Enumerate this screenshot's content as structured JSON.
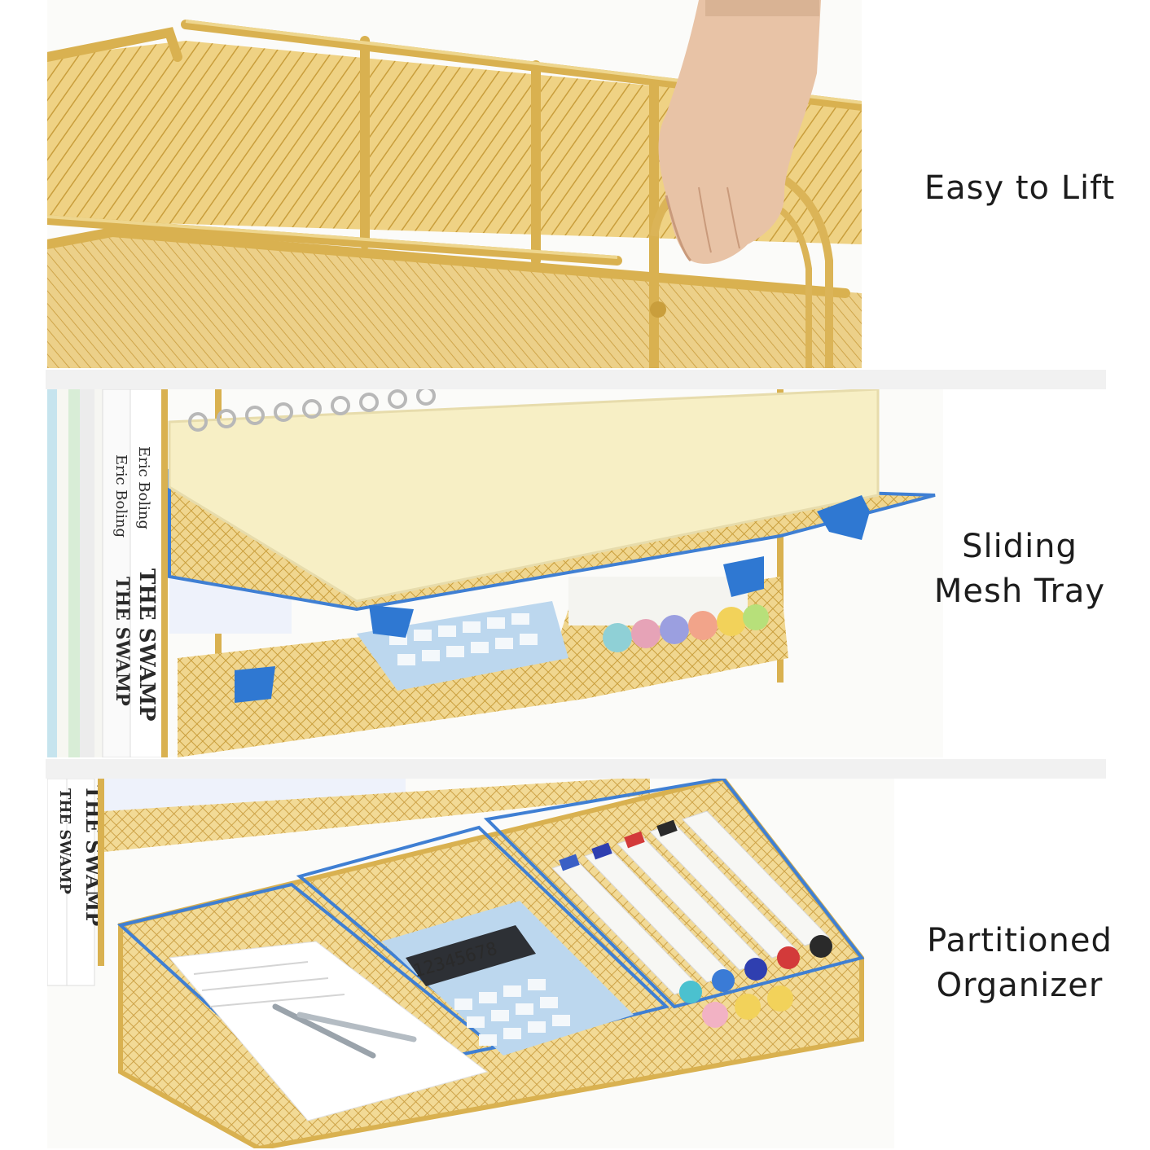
{
  "features": [
    {
      "lines": [
        "Easy to Lift"
      ]
    },
    {
      "lines": [
        "Sliding",
        "Mesh Tray"
      ]
    },
    {
      "lines": [
        "Partitioned",
        "Organizer"
      ]
    }
  ],
  "book": {
    "author": "Eric Boling",
    "title": "THE SWAMP"
  },
  "calculator": {
    "display": "12345678"
  },
  "colors": {
    "gold": "#e6c267",
    "gold_dark": "#c99e3c",
    "highlight_blue": "#3f7fd3",
    "paper": "#f7efc5"
  }
}
